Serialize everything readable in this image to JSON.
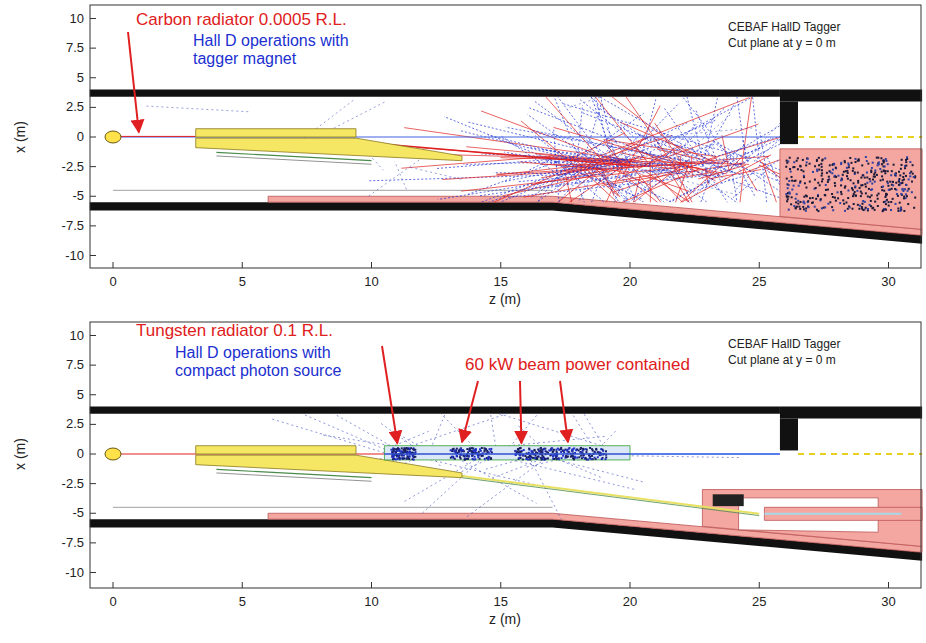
{
  "diagram": {
    "labels": [
      "Carbon radiator 0.0005 R.L.",
      "Hall D operations with tagger magnet",
      "CEBAF HallD Tagger",
      "Cut plane at y = 0 m",
      "x (m)",
      "10",
      "7.5",
      "5",
      "2.5",
      "0",
      "-2.5",
      "-5",
      "-7.5",
      "-10",
      "0",
      "5",
      "10",
      "15",
      "20",
      "25",
      "30",
      "z (m)",
      "Tungsten radiator 0.1 R.L.",
      "Hall D operations with compact photon source",
      "60 kW beam power contained",
      "CEBAF HallD Tagger",
      "Cut plane at y = 0 m",
      "x (m)",
      "10",
      "7.5",
      "5",
      "2.5",
      "0",
      "-2.5",
      "-5",
      "-7.5",
      "-10",
      "0",
      "5",
      "10",
      "15",
      "20",
      "25",
      "30",
      "z (m)"
    ]
  }
}
